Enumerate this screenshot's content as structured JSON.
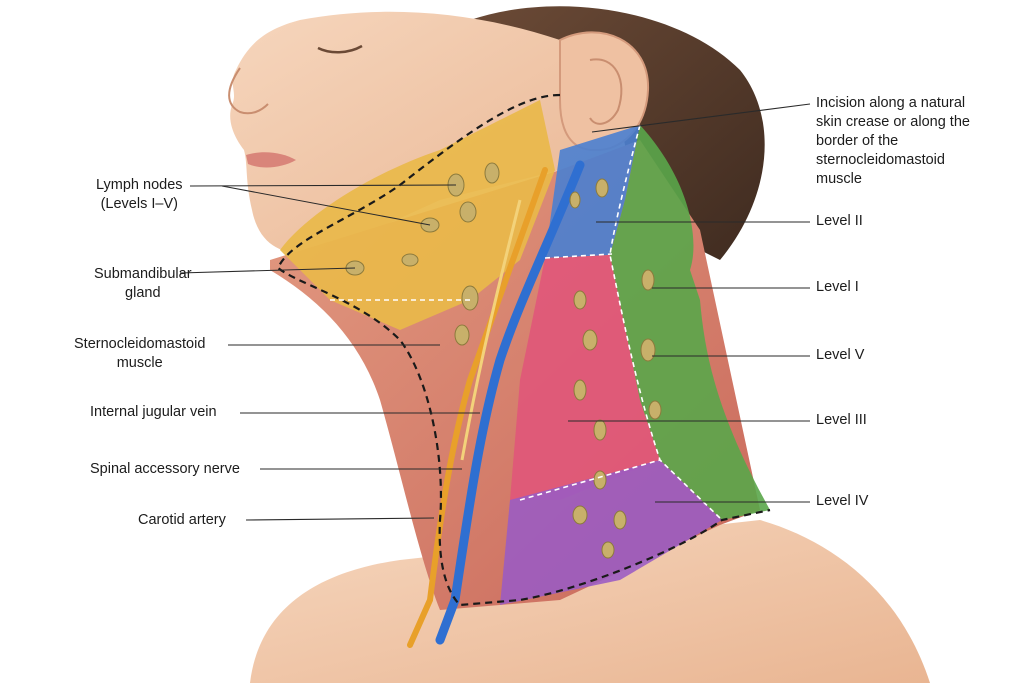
{
  "colors": {
    "level_I_II_top": "#e9b84a",
    "level_II": "#4a7fd0",
    "level_III": "#e0557a",
    "level_IV": "#9a5bc4",
    "level_V": "#5aa64a",
    "vein": "#2f6fd1",
    "artery": "#e8a02a",
    "skin": "#f2c7a8",
    "muscle": "#d9786a"
  },
  "labels_left": {
    "lymph_nodes": [
      "Lymph nodes",
      "(Levels I–V)"
    ],
    "submandibular": [
      "Submandibular",
      "gland"
    ],
    "scm": [
      "Sternocleidomastoid",
      "muscle"
    ],
    "ijv": [
      "Internal jugular vein"
    ],
    "spinal_nerve": [
      "Spinal accessory nerve"
    ],
    "carotid": [
      "Carotid artery"
    ]
  },
  "labels_right": {
    "incision": [
      "Incision along a natural",
      "skin crease or along the",
      "border of the",
      "sternocleidomastoid",
      "muscle"
    ],
    "level_2": [
      "Level II"
    ],
    "level_1": [
      "Level I"
    ],
    "level_5": [
      "Level V"
    ],
    "level_3": [
      "Level III"
    ],
    "level_4": [
      "Level IV"
    ]
  }
}
